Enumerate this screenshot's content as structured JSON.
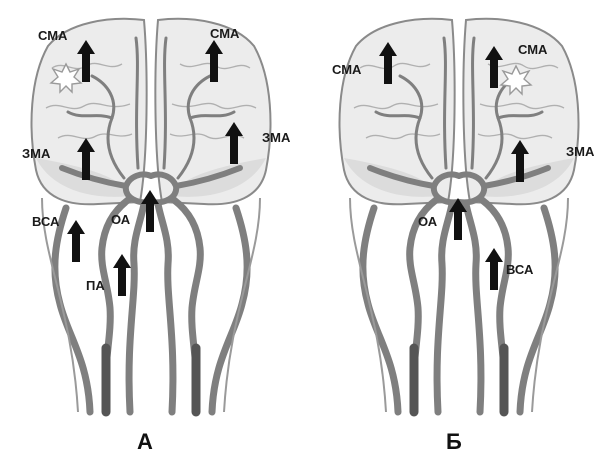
{
  "colors": {
    "background": "#ffffff",
    "brain_fill": "#ececec",
    "brain_outline": "#8a8a8a",
    "vessel": "#7f7f7f",
    "vessel_dark": "#555555",
    "arrow": "#111111",
    "label": "#1a1a1a"
  },
  "panel_a": {
    "caption": "А",
    "labels": {
      "cma_left": "СМА",
      "cma_right": "СМА",
      "zma_left": "ЗМА",
      "zma_right": "ЗМА",
      "vsa": "ВСА",
      "oa": "ОА",
      "pa": "ПА"
    },
    "icons": {
      "arrow": "arrow-up-icon",
      "burst": "burst-icon"
    }
  },
  "panel_b": {
    "caption": "Б",
    "labels": {
      "cma_left": "СМА",
      "cma_right": "СМА",
      "zma_right": "ЗМА",
      "oa": "ОА",
      "vsa": "ВСА"
    },
    "icons": {
      "arrow": "arrow-up-icon",
      "burst": "burst-icon"
    }
  }
}
